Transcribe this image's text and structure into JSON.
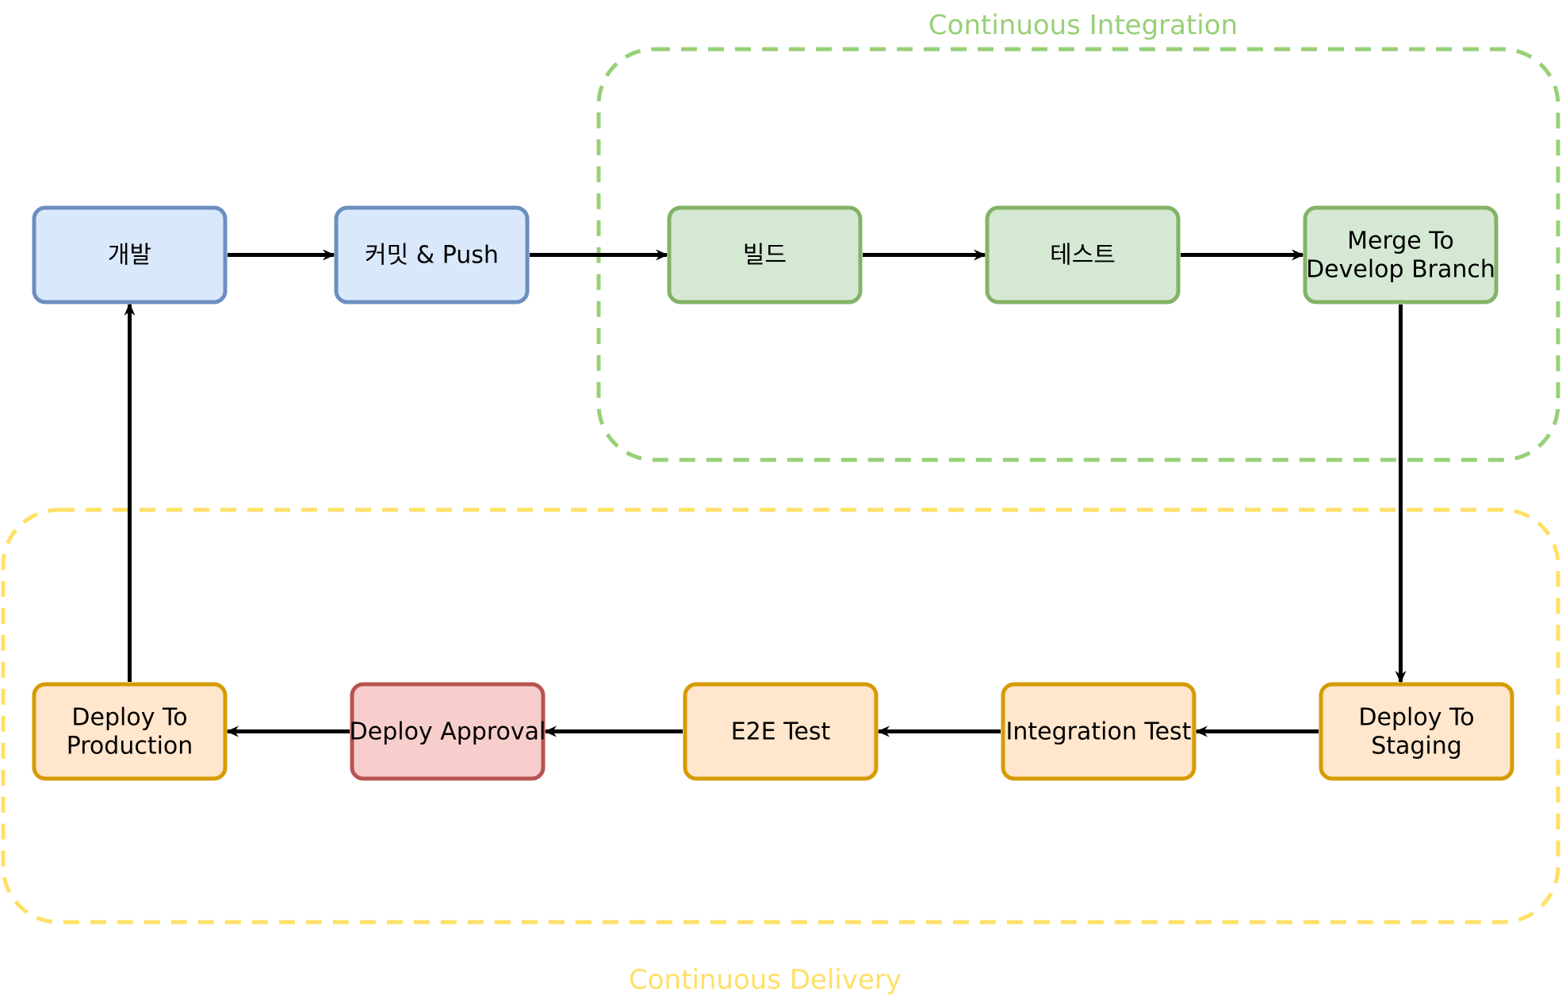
{
  "groups": {
    "ci": {
      "label": "Continuous Integration",
      "color": "#97d077"
    },
    "cd": {
      "label": "Continuous Delivery",
      "color": "#ffe066"
    }
  },
  "nodes": {
    "develop": {
      "lines": [
        "개발"
      ],
      "style": "blue"
    },
    "commit_push": {
      "lines": [
        "커밋 & Push"
      ],
      "style": "blue"
    },
    "build": {
      "lines": [
        "빌드"
      ],
      "style": "green"
    },
    "test": {
      "lines": [
        "테스트"
      ],
      "style": "green"
    },
    "merge_develop": {
      "lines": [
        "Merge To",
        "Develop Branch"
      ],
      "style": "green"
    },
    "deploy_staging": {
      "lines": [
        "Deploy To",
        "Staging"
      ],
      "style": "orange"
    },
    "integration_test": {
      "lines": [
        "Integration Test"
      ],
      "style": "orange"
    },
    "e2e_test": {
      "lines": [
        "E2E Test"
      ],
      "style": "orange"
    },
    "deploy_approval": {
      "lines": [
        "Deploy Approval"
      ],
      "style": "red"
    },
    "deploy_production": {
      "lines": [
        "Deploy To",
        "Production"
      ],
      "style": "orange"
    }
  },
  "styles": {
    "blue": {
      "fill": "#dae8fc",
      "stroke": "#6c8ebf"
    },
    "green": {
      "fill": "#d5e8d4",
      "stroke": "#82b366"
    },
    "orange": {
      "fill": "#ffe6cc",
      "stroke": "#d79b00"
    },
    "red": {
      "fill": "#f8cecc",
      "stroke": "#b85450"
    }
  },
  "edges": [
    {
      "from": "develop",
      "to": "commit_push"
    },
    {
      "from": "commit_push",
      "to": "build"
    },
    {
      "from": "build",
      "to": "test"
    },
    {
      "from": "test",
      "to": "merge_develop"
    },
    {
      "from": "merge_develop",
      "to": "deploy_staging"
    },
    {
      "from": "deploy_staging",
      "to": "integration_test"
    },
    {
      "from": "integration_test",
      "to": "e2e_test"
    },
    {
      "from": "e2e_test",
      "to": "deploy_approval"
    },
    {
      "from": "deploy_approval",
      "to": "deploy_production"
    },
    {
      "from": "deploy_production",
      "to": "develop"
    }
  ]
}
